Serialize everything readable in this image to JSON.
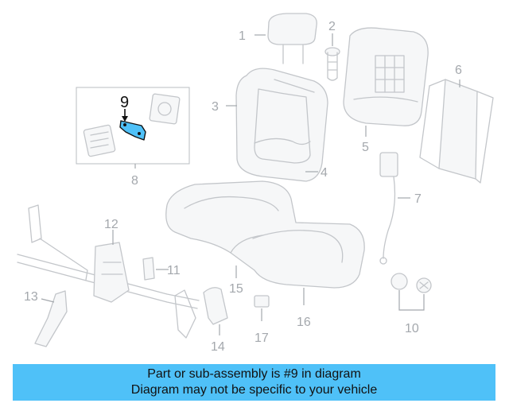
{
  "diagram": {
    "callouts": [
      "1",
      "2",
      "3",
      "4",
      "5",
      "6",
      "7",
      "8",
      "9",
      "10",
      "11",
      "12",
      "13",
      "14",
      "15",
      "16",
      "17"
    ],
    "highlighted_callout": "9",
    "highlight_color": "#4fc1f8",
    "line_color": "#c3c6ca"
  },
  "banner": {
    "line1": "Part or sub-assembly is #9 in diagram",
    "line2": "Diagram may not be specific to your vehicle",
    "background": "#4fc1f8"
  }
}
